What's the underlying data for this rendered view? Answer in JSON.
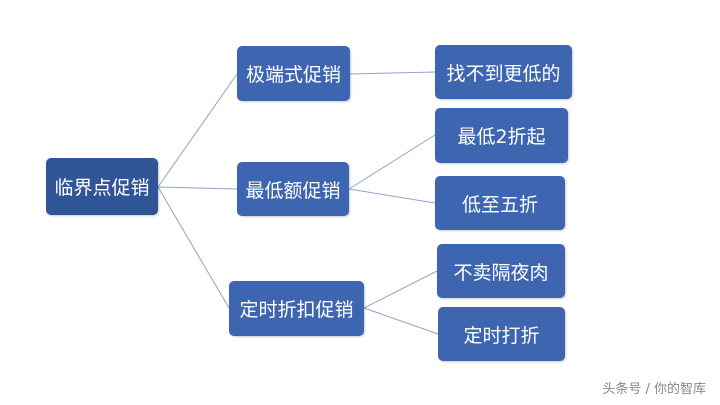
{
  "root": "临界点促销",
  "level1": [
    "极端式促销",
    "最低额促销",
    "定时折扣促销"
  ],
  "level2": [
    "找不到更低的",
    "最低2折起",
    "低至五折",
    "不卖隔夜肉",
    "定时打折"
  ],
  "watermark": "头条号 / 你的智库",
  "colors": {
    "root": "#2f5597",
    "node": "#3d65b0",
    "line": "#8ea3cc"
  }
}
